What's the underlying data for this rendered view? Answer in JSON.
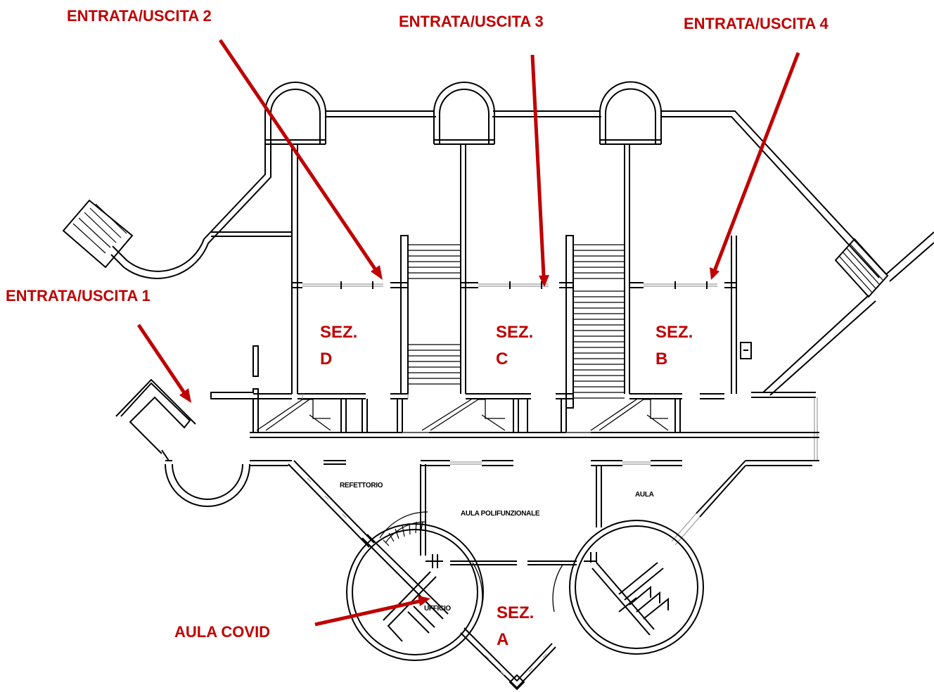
{
  "entrances": [
    {
      "label": "ENTRATA/USCITA 1"
    },
    {
      "label": "ENTRATA/USCITA 2"
    },
    {
      "label": "ENTRATA/USCITA 3"
    },
    {
      "label": "ENTRATA/USCITA 4"
    }
  ],
  "sections": [
    {
      "line1": "SEZ.",
      "line2": "D"
    },
    {
      "line1": "SEZ.",
      "line2": "C"
    },
    {
      "line1": "SEZ.",
      "line2": "B"
    },
    {
      "line1": "SEZ.",
      "line2": "A"
    }
  ],
  "rooms": {
    "refettorio": "REFETTORIO",
    "aula_polifunzionale": "AULA POLIFUNZIONALE",
    "aula": "AULA",
    "ufficio": "UFFICIO"
  },
  "callouts": {
    "aula_covid": "AULA COVID"
  },
  "colors": {
    "annotation": "#c00000",
    "walls": "#000000"
  }
}
